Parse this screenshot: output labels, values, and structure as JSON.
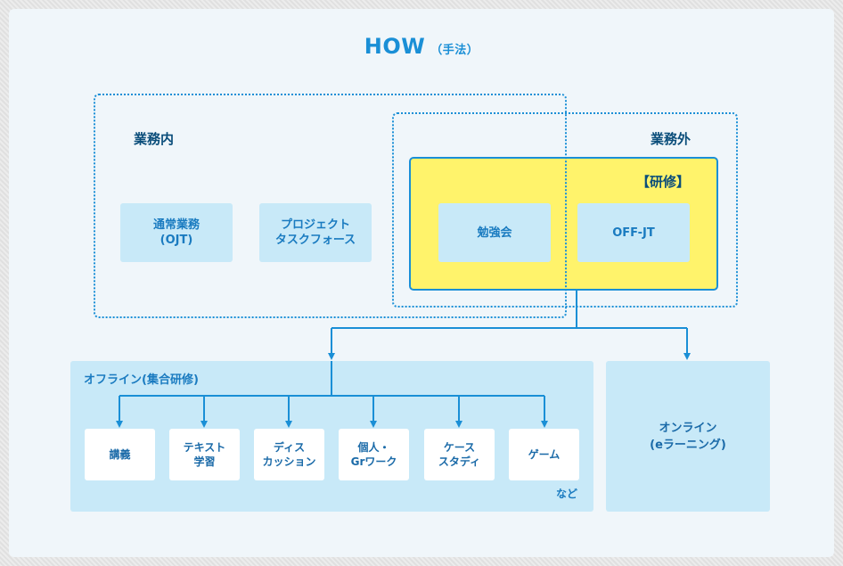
{
  "title": {
    "main": "HOW",
    "sub": "（手法）"
  },
  "in_work": {
    "label": "業務内",
    "items": [
      "通常業務\n(OJT)",
      "プロジェクト\nタスクフォース"
    ]
  },
  "out_work": {
    "label": "業務外"
  },
  "training": {
    "label": "【研修】",
    "items": [
      "勉強会",
      "OFF-JT"
    ]
  },
  "offline": {
    "label": "オフライン(集合研修)",
    "items": [
      "講義",
      "テキスト\n学習",
      "ディス\nカッション",
      "個人・\nGrワーク",
      "ケース\nスタディ",
      "ゲーム"
    ],
    "note": "など"
  },
  "online": {
    "label": "オンライン\n(eラーニング)"
  },
  "colors": {
    "accent": "#1a8fd6",
    "highlight": "#fff36b",
    "box": "#c8e9f8"
  }
}
